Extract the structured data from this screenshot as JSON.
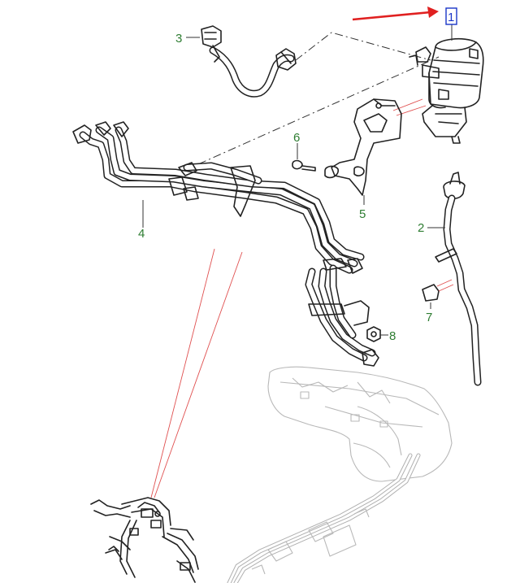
{
  "diagram": {
    "callouts": [
      {
        "id": "1",
        "label": "1",
        "highlighted": true
      },
      {
        "id": "2",
        "label": "2"
      },
      {
        "id": "3",
        "label": "3"
      },
      {
        "id": "4",
        "label": "4"
      },
      {
        "id": "5",
        "label": "5"
      },
      {
        "id": "6",
        "label": "6"
      },
      {
        "id": "7",
        "label": "7"
      },
      {
        "id": "8",
        "label": "8"
      }
    ],
    "colors": {
      "callout_text": "#2e7d32",
      "highlight_text": "#1a35c8",
      "highlight_box": "#1a35c8",
      "arrow": "#e02020",
      "line_art": "#222222",
      "ghost_art": "#b8b8b8",
      "detail_lines": "#e05050"
    },
    "icons": [
      "red-arrow-icon"
    ]
  }
}
